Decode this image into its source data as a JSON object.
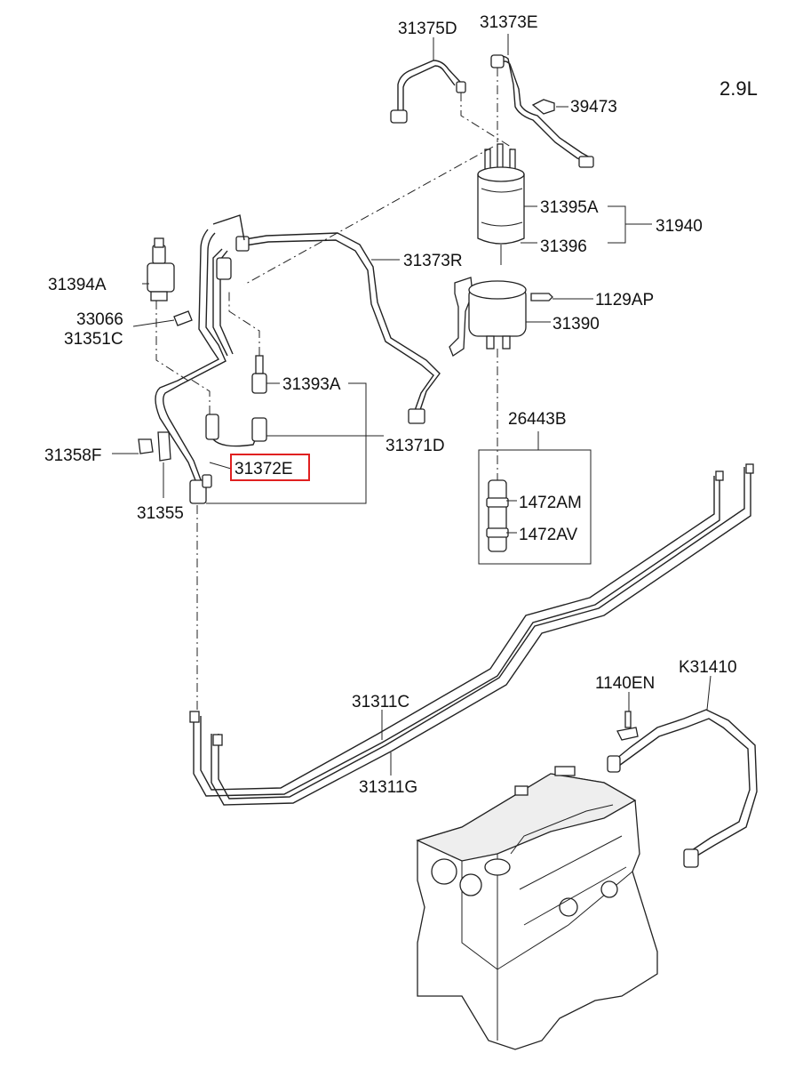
{
  "engine_label": "2.9L",
  "labels": {
    "p31375D": "31375D",
    "p31373E": "31373E",
    "p39473": "39473",
    "p31395A": "31395A",
    "p31940": "31940",
    "p31396": "31396",
    "p31373R": "31373R",
    "p31394A": "31394A",
    "p1129AP": "1129AP",
    "p33066": "33066",
    "p31351C": "31351C",
    "p31390": "31390",
    "p31393A": "31393A",
    "p26443B": "26443B",
    "p31371D": "31371D",
    "p31358F": "31358F",
    "p31372E": "31372E",
    "p1472AM": "1472AM",
    "p31355": "31355",
    "p1472AV": "1472AV",
    "p31311C": "31311C",
    "p1140EN": "1140EN",
    "pK31410": "K31410",
    "p31311G": "31311G"
  },
  "highlighted_part": "31372E",
  "colors": {
    "highlight": "#e02020",
    "line": "#222222"
  }
}
